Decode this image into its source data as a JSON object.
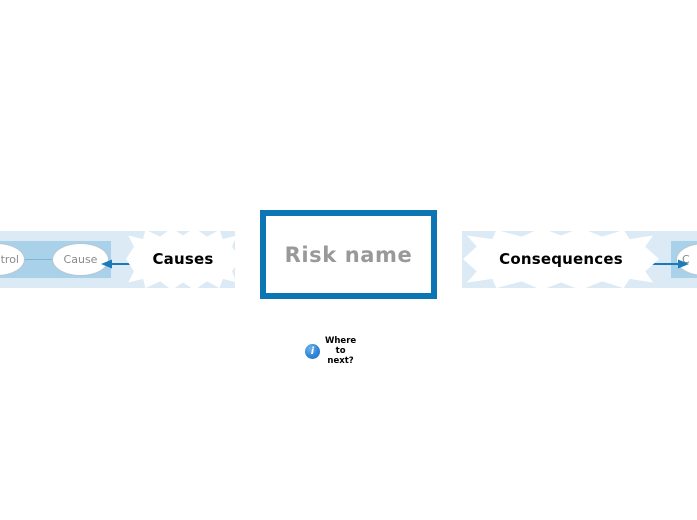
{
  "diagram": {
    "type": "bowtie-risk-diagram",
    "background_color": "#ffffff",
    "accent_color": "#0c76b4",
    "band_outer_color": "#dbeaf5",
    "band_inner_color": "#a9d1ea"
  },
  "center": {
    "risk_label": "Risk name",
    "risk_label_color": "#999999",
    "border_color": "#0c76b4"
  },
  "left": {
    "burst_label": "Causes",
    "nodes": [
      {
        "name": "control",
        "label": "trol"
      },
      {
        "name": "cause",
        "label": "Cause"
      }
    ],
    "arrow": {
      "name": "causes-arrow",
      "direction": "left",
      "color": "#1c7ab8"
    }
  },
  "right": {
    "burst_label": "Consequences",
    "nodes": [
      {
        "name": "consequence",
        "label": "C"
      }
    ],
    "arrow": {
      "name": "consequences-arrow",
      "direction": "right",
      "color": "#1c7ab8"
    }
  },
  "footer": {
    "info_icon_glyph": "i",
    "where_to_next_lines": [
      "Where",
      "to",
      "next?"
    ]
  }
}
